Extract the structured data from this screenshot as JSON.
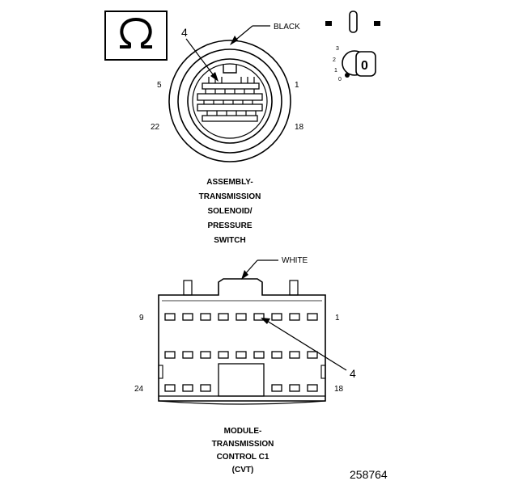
{
  "connector_top": {
    "color_label": "BLACK",
    "callout_pin": "4",
    "pin_labels": {
      "top_left": "5",
      "top_right": "1",
      "bottom_left": "22",
      "bottom_right": "18"
    },
    "title_lines": [
      "ASSEMBLY-",
      "TRANSMISSION",
      "SOLENOID/",
      "PRESSURE",
      "SWITCH"
    ]
  },
  "ignition_key": {
    "positions": [
      "3",
      "2",
      "1",
      "0"
    ],
    "key_label": "0"
  },
  "connector_bottom": {
    "color_label": "WHITE",
    "callout_pin": "4",
    "pin_labels": {
      "top_left": "9",
      "top_right": "1",
      "bottom_left": "24",
      "bottom_right": "18"
    },
    "title_lines": [
      "MODULE-",
      "TRANSMISSION",
      "CONTROL C1",
      "(CVT)"
    ]
  },
  "figure_number": "258764",
  "colors": {
    "line": "#000000",
    "background": "#ffffff"
  },
  "icons": {
    "ohm_symbol": "omega-icon"
  }
}
